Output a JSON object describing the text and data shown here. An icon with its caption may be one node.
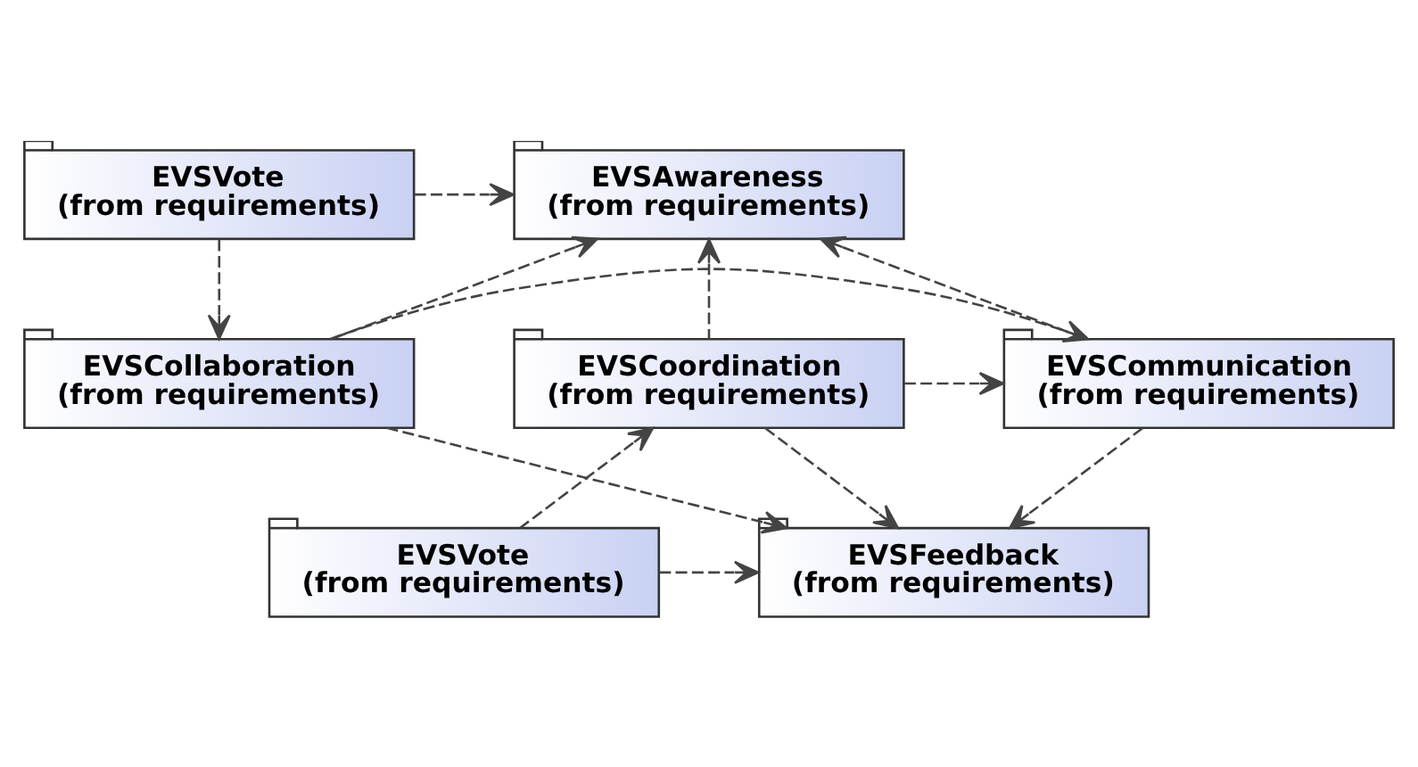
{
  "diagram": {
    "nodes": [
      {
        "text": [
          "EVSAwareness",
          "(from requirements)"
        ]
      },
      {
        "text": [
          "EVSVote",
          "(from requirements)"
        ]
      },
      {
        "text": [
          "EVSCoordination",
          "(from requirements)"
        ]
      },
      {
        "text": [
          "EVSCommunication",
          "(from requirements)"
        ]
      },
      {
        "text": [
          "EVSCollaboration",
          "(from requirements)"
        ]
      },
      {
        "text": [
          "EVSVote",
          "(from requirements)"
        ]
      },
      {
        "text": [
          "EVSFeedback",
          "(from requirements)"
        ]
      }
    ],
    "edges": [
      {
        "from": 1,
        "to": 0,
        "arrow": "to",
        "style": "dashed"
      },
      {
        "from": 1,
        "to": 4,
        "arrow": "to",
        "style": "dashed"
      },
      {
        "from": 2,
        "to": 0,
        "arrow": "to",
        "style": "dashed"
      },
      {
        "from": 3,
        "to": 0,
        "arrow": "to",
        "style": "dashed"
      },
      {
        "from": 4,
        "to": 0,
        "arrow": "to",
        "style": "dashed"
      },
      {
        "from": 2,
        "to": 3,
        "arrow": "to",
        "style": "dashed"
      },
      {
        "from": 4,
        "to": 3,
        "arrow": "to",
        "style": "dashed"
      },
      {
        "from": 2,
        "to": 6,
        "arrow": "to",
        "style": "dashed"
      },
      {
        "from": 3,
        "to": 6,
        "arrow": "to",
        "style": "dashed"
      },
      {
        "from": 4,
        "to": 6,
        "arrow": "to",
        "style": "dashed"
      },
      {
        "from": 5,
        "to": 2,
        "arrow": "to",
        "style": "dashed"
      },
      {
        "from": 5,
        "to": 6,
        "arrow": "to",
        "style": "dashed"
      }
    ]
  }
}
